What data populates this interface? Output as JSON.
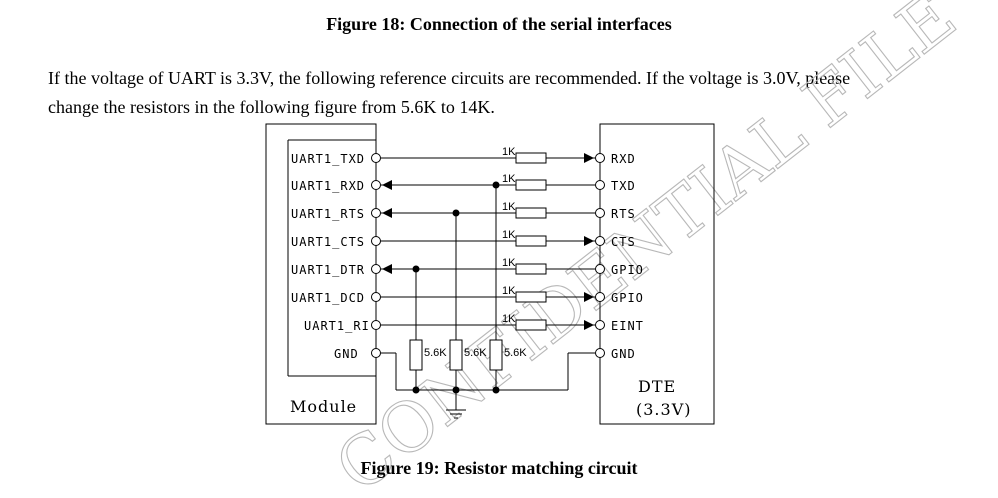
{
  "header": {
    "figure18_title": "Figure 18: Connection of the serial interfaces"
  },
  "body": {
    "paragraph_line1": "If the voltage of UART is 3.3V, the following reference circuits are recommended. If the voltage is 3.0V, please",
    "paragraph_line2": "change the resistors in the following figure from 5.6K to 14K."
  },
  "diagram": {
    "module_pins": [
      "UART1_TXD",
      "UART1_RXD",
      "UART1_RTS",
      "UART1_CTS",
      "UART1_DTR",
      "UART1_DCD",
      "UART1_RI",
      "GND"
    ],
    "dte_pins": [
      "RXD",
      "TXD",
      "RTS",
      "CTS",
      "GPIO",
      "GPIO",
      "EINT",
      "GND"
    ],
    "series_resistor": "1K",
    "pulldown_resistors": [
      "5.6K",
      "5.6K",
      "5.6K"
    ],
    "module_label": "Module",
    "dte_label": "DTE",
    "dte_voltage": "(3.3V)"
  },
  "watermark": {
    "text": "CONFIDENTIAL FILE"
  },
  "footer": {
    "figure19_caption": "Figure 19: Resistor matching circuit"
  }
}
